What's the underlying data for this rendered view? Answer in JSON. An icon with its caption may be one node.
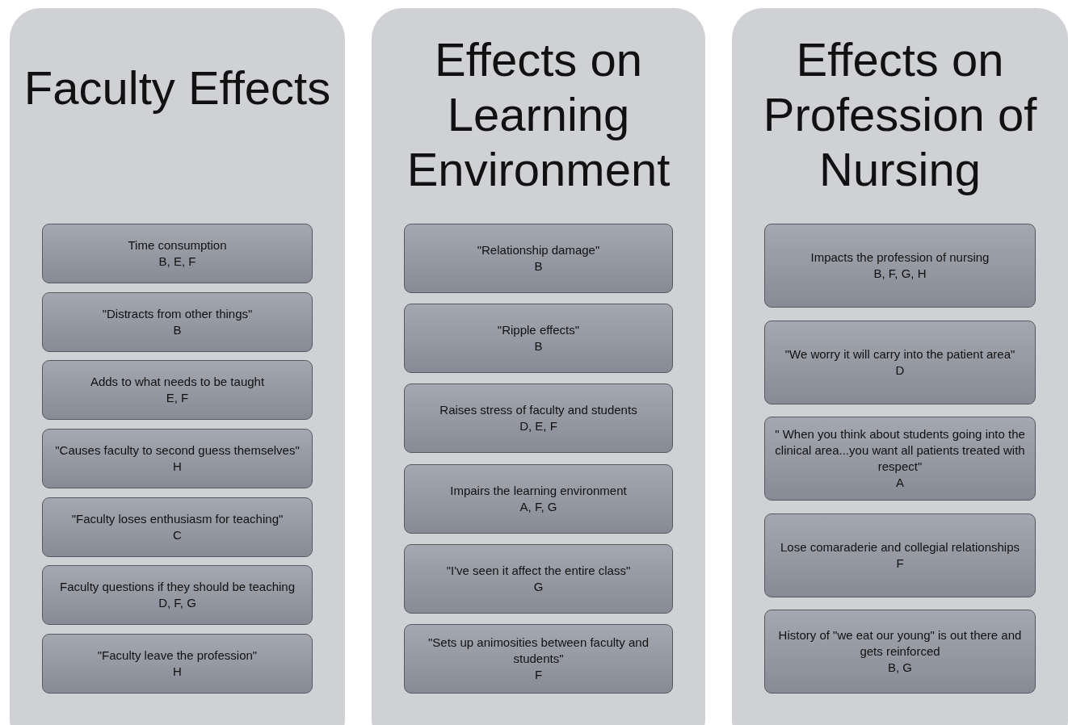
{
  "diagram": {
    "nodes": [
      {
        "text": [
          "Faculty Effects"
        ]
      },
      {
        "text": [
          "Time consumption",
          "B, E, F"
        ],
        "in": 0
      },
      {
        "text": [
          "\"Distracts from other things\"",
          "B"
        ],
        "in": 0
      },
      {
        "text": [
          "Adds to what needs to be taught",
          "E, F"
        ],
        "in": 0
      },
      {
        "text": [
          "\"Causes faculty to second guess themselves\"",
          "H"
        ],
        "in": 0
      },
      {
        "text": [
          "\"Faculty loses enthusiasm for teaching\"",
          "C"
        ],
        "in": 0
      },
      {
        "text": [
          "Faculty questions if they should be teaching",
          "D, F, G"
        ],
        "in": 0
      },
      {
        "text": [
          "\"Faculty leave the profession\"",
          "H"
        ],
        "in": 0
      },
      {
        "text": [
          "Effects on Learning Environment"
        ]
      },
      {
        "text": [
          "\"Relationship damage\"",
          "B"
        ],
        "in": 8
      },
      {
        "text": [
          "\"Ripple effects\"",
          "B"
        ],
        "in": 8
      },
      {
        "text": [
          "Raises stress of faculty and students",
          "D, E, F"
        ],
        "in": 8
      },
      {
        "text": [
          "Impairs the learning environment",
          "A, F, G"
        ],
        "in": 8
      },
      {
        "text": [
          "\"I've seen it affect the entire class\"",
          "G"
        ],
        "in": 8
      },
      {
        "text": [
          "\"Sets up animosities between faculty and students\"",
          "F"
        ],
        "in": 8
      },
      {
        "text": [
          "Effects on Profession of Nursing"
        ]
      },
      {
        "text": [
          "Impacts the profession of nursing",
          "B, F, G, H"
        ],
        "in": 15
      },
      {
        "text": [
          "\"We worry it will carry into the patient area\"",
          "D"
        ],
        "in": 15
      },
      {
        "text": [
          "\" When you think about students going into the clinical area...you want all patients treated with respect\"",
          "A"
        ],
        "in": 15
      },
      {
        "text": [
          "Lose comaraderie and collegial relationships",
          "F"
        ],
        "in": 15
      },
      {
        "text": [
          "History of \"we eat our young\" is out there and gets reinforced",
          "B, G"
        ],
        "in": 15
      }
    ]
  }
}
